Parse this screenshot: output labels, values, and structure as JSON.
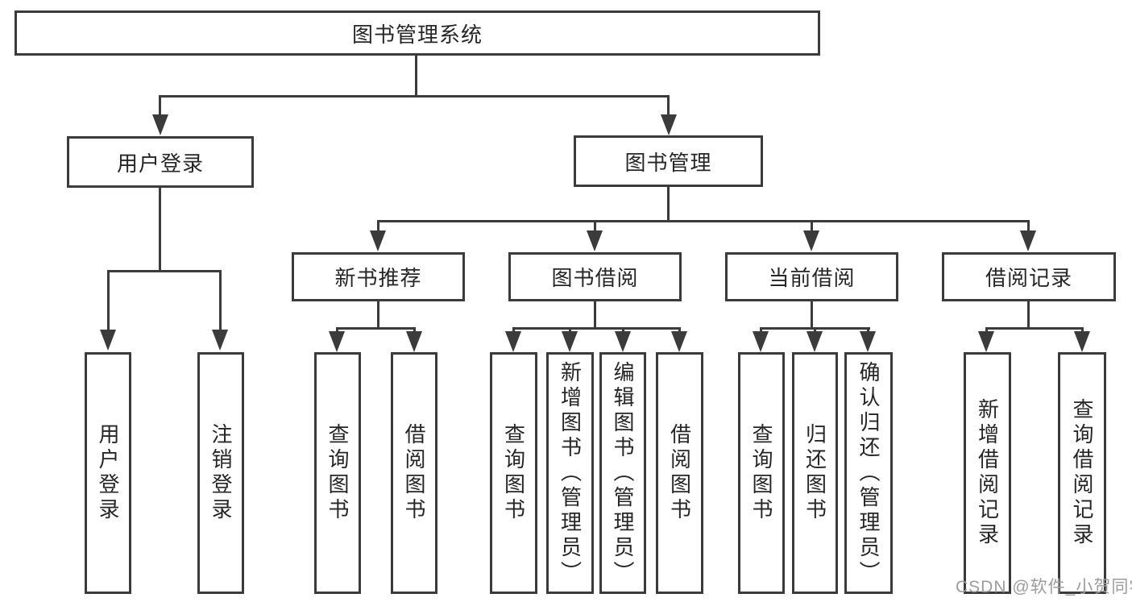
{
  "nodes": {
    "root": "图书管理系统",
    "user_login": "用户登录",
    "book_management": "图书管理",
    "new_book_recommend": "新书推荐",
    "book_borrowing": "图书借阅",
    "current_borrowing": "当前借阅",
    "borrowing_records": "借阅记录",
    "login_user_login": "用户登录",
    "login_logout": "注销登录",
    "recommend_query_books": "查询图书",
    "recommend_borrow_books": "借阅图书",
    "borrowing_query_books": "查询图书",
    "borrowing_add_books": "新增图书（管理员）",
    "borrowing_edit_books": "编辑图书（管理员）",
    "borrowing_borrow_books": "借阅图书",
    "current_query_books": "查询图书",
    "current_return_books": "归还图书",
    "current_confirm_return": "确认归还（管理员）",
    "records_add_record": "新增借阅记录",
    "records_query_record": "查询借阅记录"
  },
  "watermark": {
    "text": "CSDN @软件_小贺同学",
    "color": "#9c9c9c"
  },
  "colors": {
    "line": "#3b3b3b",
    "box_border": "#3b3b3b",
    "text": "#262626",
    "background": "#ffffff"
  }
}
